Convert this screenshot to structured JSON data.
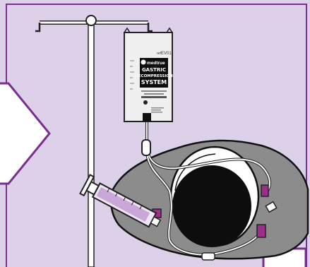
{
  "colors": {
    "background": "#ddd1ea",
    "border": "#7a2f8f",
    "sheet": "#8c8c8c",
    "head": "#0d0d0d",
    "connector": "#9a2e8a",
    "bag": "#f0f0f0"
  },
  "bag": {
    "code": "EV01",
    "code_prefix": "ref",
    "brand": "medtrue",
    "title_line1": "GASTRIC",
    "title_line2": "DECOMPRESSION",
    "title_line3": "SYSTEM"
  },
  "icons": {
    "left_arrow": "chevron-right-shape",
    "pole": "iv-pole-icon",
    "syringe": "syringe-icon",
    "patient": "patient-top-view-icon"
  }
}
